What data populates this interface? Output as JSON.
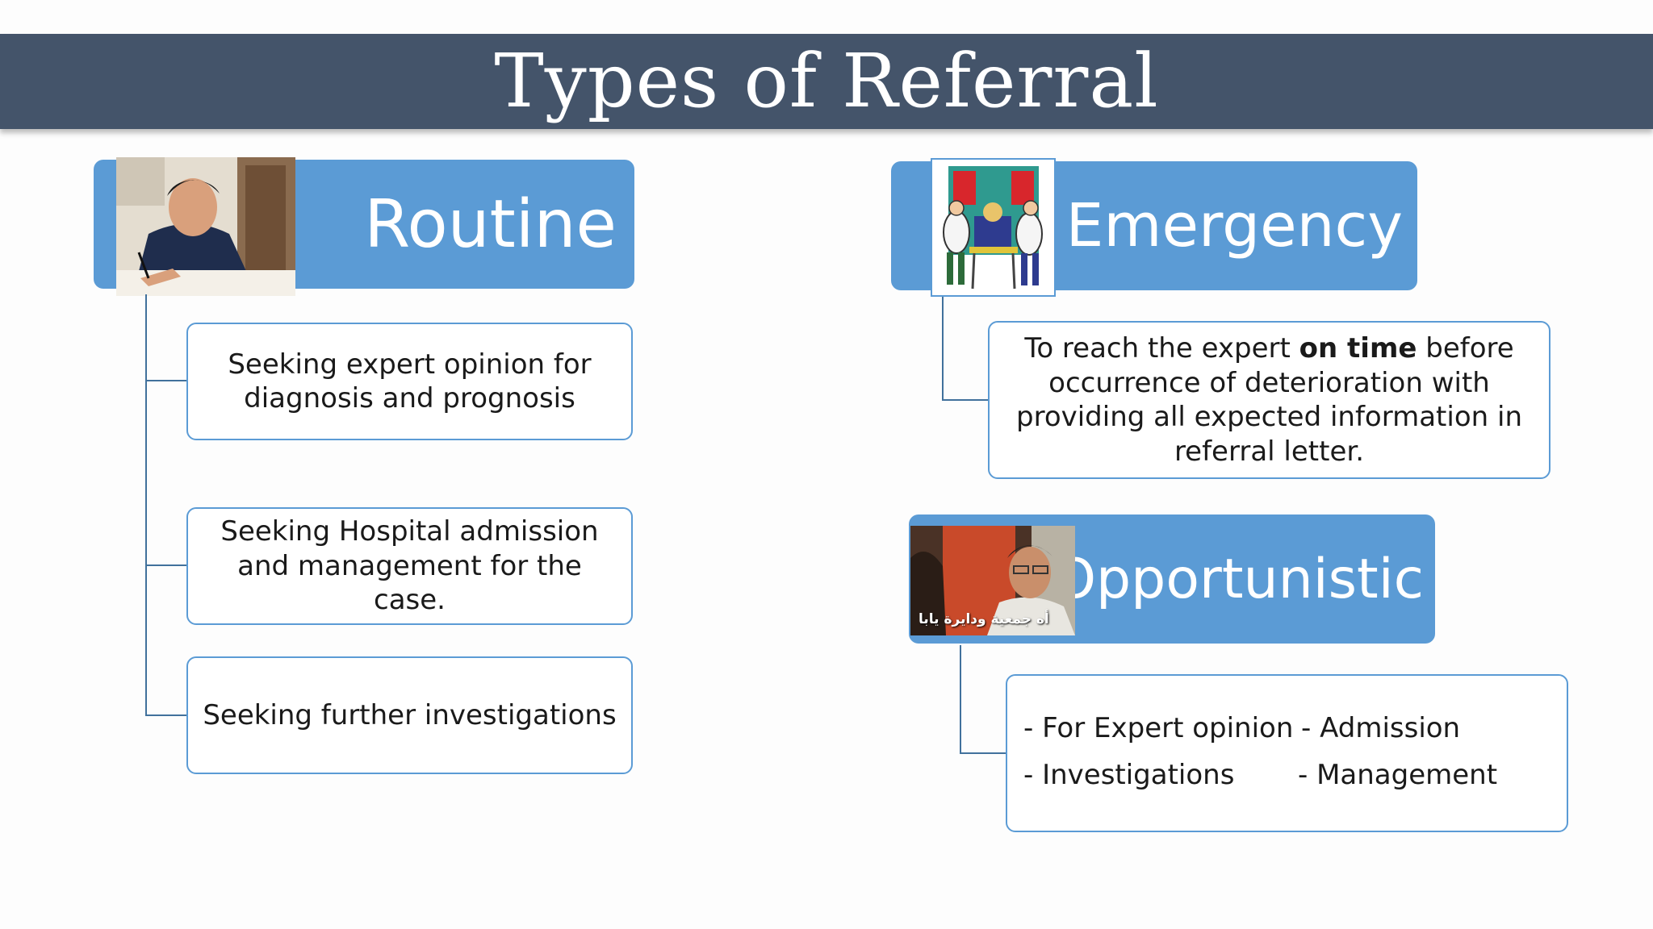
{
  "title": "Types of Referral",
  "routine": {
    "header": "Routine",
    "items": [
      "Seeking expert opinion for diagnosis and prognosis",
      "Seeking Hospital admission and management for the case.",
      "Seeking further investigations"
    ]
  },
  "emergency": {
    "header": "Emergency",
    "text_before": "To reach the expert ",
    "text_bold": "on time",
    "text_after": " before occurrence of deterioration with providing all expected information in referral letter."
  },
  "opportunistic": {
    "header": "Opportunistic",
    "image_caption": "أه جمعية ودايرة يابا",
    "items": [
      "- For Expert opinion",
      "- Admission",
      "- Investigations",
      "- Management"
    ]
  },
  "colors": {
    "title_bar": "#44546a",
    "header_fill": "#5b9bd5",
    "box_border": "#5b9bd5",
    "connector": "#41719c"
  }
}
